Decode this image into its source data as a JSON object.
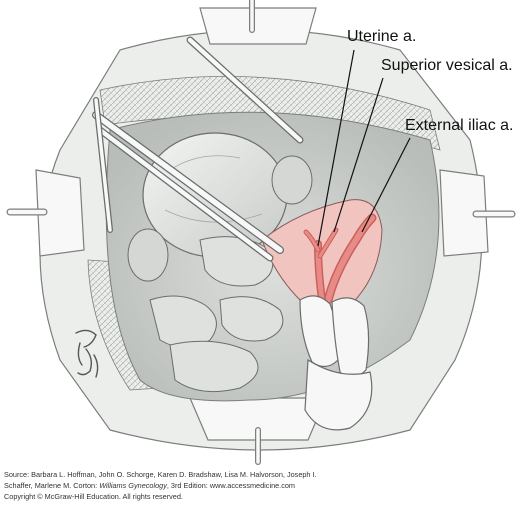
{
  "labels": {
    "uterine": "Uterine a.",
    "superior_vesical": "Superior vesical a.",
    "external_iliac": "External iliac a."
  },
  "signature": "JCTidear",
  "source": {
    "line1": "Source: Barbara L. Hoffman, John O. Schorge, Karen D. Bradshaw, Lisa M. Halvorson, Joseph I.",
    "line2_prefix": "Schaffer, Marlene M. Corton: ",
    "line2_title": "Williams Gynecology",
    "line2_suffix": ", 3rd Edition: www.accessmedicine.com",
    "line3": "Copyright © McGraw-Hill Education. All rights reserved."
  },
  "colors": {
    "tissue": "#e9ebe9",
    "retractor": "#f5f6f5",
    "vessel": "#e88a86",
    "vessel_dark": "#c9605c",
    "field_pink": "#f2c4bf",
    "line": "#6a6d6b"
  }
}
